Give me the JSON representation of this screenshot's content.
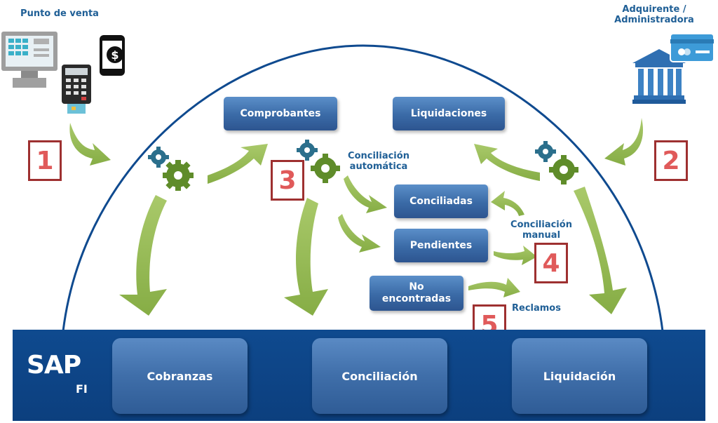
{
  "labels": {
    "point_of_sale": "Punto de venta",
    "acquirer_line1": "Adquirente /",
    "acquirer_line2": "Administradora",
    "auto_reconciliation_line1": "Conciliación",
    "auto_reconciliation_line2": "automática",
    "manual_reconciliation_line1": "Conciliación",
    "manual_reconciliation_line2": "manual",
    "claims": "Reclamos"
  },
  "boxes": {
    "comprobantes": "Comprobantes",
    "liquidaciones": "Liquidaciones",
    "conciliadas": "Conciliadas",
    "pendientes": "Pendientes",
    "no_encontradas_line1": "No",
    "no_encontradas_line2": "encontradas"
  },
  "sap": {
    "logo": "SAP",
    "module": "FI",
    "modules": [
      "Cobranzas",
      "Conciliación",
      "Liquidación"
    ]
  },
  "steps": [
    "1",
    "2",
    "3",
    "4",
    "5"
  ],
  "colors": {
    "box_blue": "#3a6aa6",
    "sap_bar": "#0c3f7e",
    "arrow_green": "#9bbf5a",
    "step_border": "#9e3030",
    "step_text": "#e05a5a",
    "label_blue": "#1f5f96"
  },
  "icons": [
    "pos-terminal-icon",
    "card-reader-icon",
    "phone-dollar-icon",
    "bank-icon",
    "credit-card-icon",
    "gears-icon"
  ]
}
